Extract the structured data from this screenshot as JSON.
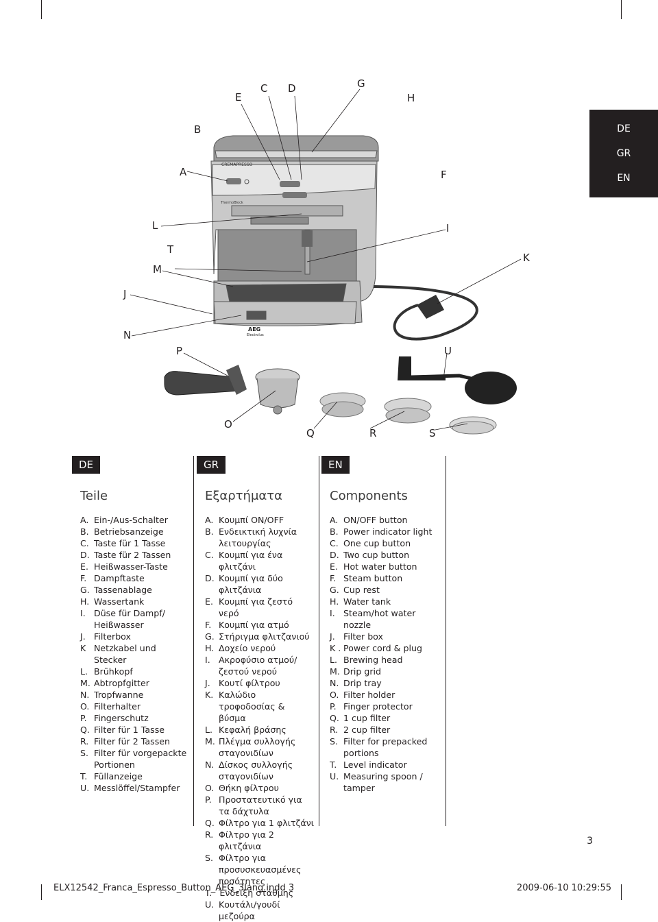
{
  "lang_tabs": [
    "DE",
    "GR",
    "EN"
  ],
  "callouts": [
    "A",
    "B",
    "C",
    "D",
    "E",
    "F",
    "G",
    "H",
    "I",
    "J",
    "K",
    "L",
    "M",
    "N",
    "O",
    "P",
    "Q",
    "R",
    "S",
    "T",
    "U"
  ],
  "machine": {
    "brand_text": "CREMAPRESSO",
    "thermoblock_text": "ThermoBlock",
    "logo_text": "AEG",
    "logo_sub": "Electrolux"
  },
  "columns": [
    {
      "lang": "DE",
      "title": "Teile",
      "items": [
        {
          "key": "A.",
          "text": "Ein-/Aus-Schalter"
        },
        {
          "key": "B.",
          "text": "Betriebsanzeige"
        },
        {
          "key": "C.",
          "text": "Taste für 1 Tasse"
        },
        {
          "key": "D.",
          "text": "Taste für 2 Tassen"
        },
        {
          "key": "E.",
          "text": "Heißwasser-Taste"
        },
        {
          "key": "F.",
          "text": "Dampftaste"
        },
        {
          "key": "G.",
          "text": "Tassenablage"
        },
        {
          "key": "H.",
          "text": "Wassertank"
        },
        {
          "key": "I.",
          "text": "Düse für Dampf/ Heißwasser"
        },
        {
          "key": "J.",
          "text": "Filterbox"
        },
        {
          "key": "K",
          "text": "Netzkabel und Stecker"
        },
        {
          "key": "L.",
          "text": "Brühkopf"
        },
        {
          "key": "M.",
          "text": "Abtropfgitter"
        },
        {
          "key": "N.",
          "text": "Tropfwanne"
        },
        {
          "key": "O.",
          "text": "Filterhalter"
        },
        {
          "key": "P.",
          "text": "Fingerschutz"
        },
        {
          "key": "Q.",
          "text": "Filter für 1 Tasse"
        },
        {
          "key": "R.",
          "text": "Filter für 2 Tassen"
        },
        {
          "key": "S.",
          "text": "Filter für vorgepackte Portionen"
        },
        {
          "key": "T.",
          "text": "Füllanzeige"
        },
        {
          "key": "U.",
          "text": "Messlöffel/Stampfer"
        }
      ]
    },
    {
      "lang": "GR",
      "title": "Εξαρτήματα",
      "items": [
        {
          "key": "A.",
          "text": "Κουμπί ON/OFF"
        },
        {
          "key": "B.",
          "text": "Ενδεικτική λυχνία λειτουργίας"
        },
        {
          "key": "C.",
          "text": "Κουμπί για ένα φλιτζάνι"
        },
        {
          "key": "D.",
          "text": "Κουμπί για δύο φλιτζάνια"
        },
        {
          "key": "E.",
          "text": "Κουμπί για ζεστό νερό"
        },
        {
          "key": "F.",
          "text": "Κουμπί για ατμό"
        },
        {
          "key": "G.",
          "text": "Στήριγμα φλιτζανιού"
        },
        {
          "key": "H.",
          "text": "Δοχείο νερού"
        },
        {
          "key": "I.",
          "text": "Ακροφύσιο ατμού/ ζεστού νερού"
        },
        {
          "key": "J.",
          "text": "Κουτί φίλτρου"
        },
        {
          "key": "K.",
          "text": "Καλώδιο τροφοδοσίας & βύσμα"
        },
        {
          "key": "L.",
          "text": "Κεφαλή βράσης"
        },
        {
          "key": "M.",
          "text": "Πλέγμα συλλογής σταγονιδίων"
        },
        {
          "key": "N.",
          "text": "Δίσκος συλλογής σταγονιδίων"
        },
        {
          "key": "O.",
          "text": "Θήκη φίλτρου"
        },
        {
          "key": "P.",
          "text": "Προστατευτικό για τα δάχτυλα"
        },
        {
          "key": "Q.",
          "text": "Φίλτρο για 1 φλιτζάνι"
        },
        {
          "key": "R.",
          "text": "Φίλτρο για 2 φλιτζάνια"
        },
        {
          "key": "S.",
          "text": "Φίλτρο για προσυσκευασμένες ποσότητες"
        },
        {
          "key": "T.",
          "text": "Ένδειξη στάθμης"
        },
        {
          "key": "U.",
          "text": "Κουτάλι/γουδί μεζούρα"
        }
      ]
    },
    {
      "lang": "EN",
      "title": "Components",
      "items": [
        {
          "key": "A.",
          "text": "ON/OFF button"
        },
        {
          "key": "B.",
          "text": "Power indicator light"
        },
        {
          "key": "C.",
          "text": "One cup button"
        },
        {
          "key": "D.",
          "text": "Two cup button"
        },
        {
          "key": "E.",
          "text": "Hot water button"
        },
        {
          "key": "F.",
          "text": "Steam button"
        },
        {
          "key": "G.",
          "text": "Cup rest"
        },
        {
          "key": "H.",
          "text": "Water tank"
        },
        {
          "key": "I.",
          "text": "Steam/hot water nozzle"
        },
        {
          "key": "J.",
          "text": "Filter box"
        },
        {
          "key": "K .",
          "text": "Power cord & plug"
        },
        {
          "key": "L.",
          "text": "Brewing head"
        },
        {
          "key": "M.",
          "text": "Drip grid"
        },
        {
          "key": "N.",
          "text": "Drip tray"
        },
        {
          "key": "O.",
          "text": "Filter holder"
        },
        {
          "key": "P.",
          "text": "Finger protector"
        },
        {
          "key": "Q.",
          "text": "1 cup filter"
        },
        {
          "key": "R.",
          "text": "2 cup filter"
        },
        {
          "key": "S.",
          "text": "Filter for prepacked portions"
        },
        {
          "key": "T.",
          "text": "Level indicator"
        },
        {
          "key": "U.",
          "text": "Measuring spoon / tamper"
        }
      ]
    }
  ],
  "page_number": "3",
  "footer": {
    "file": "ELX12542_Franca_Espresso_Button_AEG_3lang.indd   3",
    "date": "2009-06-10   10:29:55"
  }
}
